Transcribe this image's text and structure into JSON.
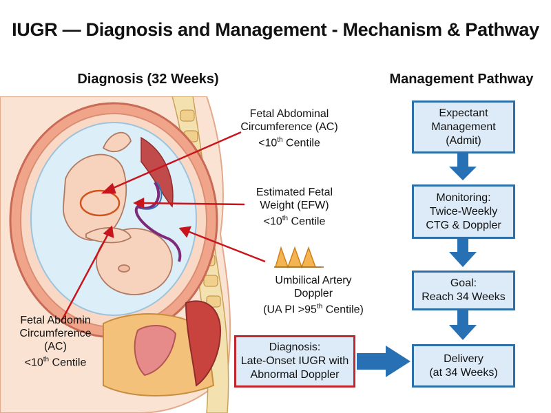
{
  "title": "IUGR — Diagnosis and Management - Mechanism & Pathway",
  "diagnosis_heading": "Diagnosis (32 Weeks)",
  "management_heading": "Management Pathway",
  "labels": {
    "ac_top": [
      "Fetal Abdominal",
      "Circumference (AC)",
      "<10",
      "th",
      " Centile"
    ],
    "efw": [
      "Estimated Fetal",
      "Weight (EFW)",
      "<10",
      "th",
      " Centile"
    ],
    "doppler": [
      "Umbilical Artery",
      "Doppler",
      "(UA PI >95",
      "th",
      " Centile)"
    ],
    "ac_left": [
      "Fetal Abdomin",
      "Circumference",
      "(AC)",
      "<10",
      "th",
      " Centile"
    ]
  },
  "diagnosis_box": [
    "Diagnosis:",
    "Late-Onset IUGR with",
    "Abnormal Doppler"
  ],
  "pathway": [
    [
      "Expectant",
      "Management",
      "(Admit)"
    ],
    [
      "Monitoring:",
      "Twice-Weekly",
      "CTG & Doppler"
    ],
    [
      "Goal:",
      "Reach 34 Weeks"
    ],
    [
      "Delivery",
      "(at 34 Weeks)"
    ]
  ],
  "colors": {
    "box_border": "#2f6fa8",
    "box_fill": "#dcebf7",
    "arrow": "#2870b4",
    "pointer": "#c8141c",
    "diagnosis_border": "#c0262c"
  }
}
